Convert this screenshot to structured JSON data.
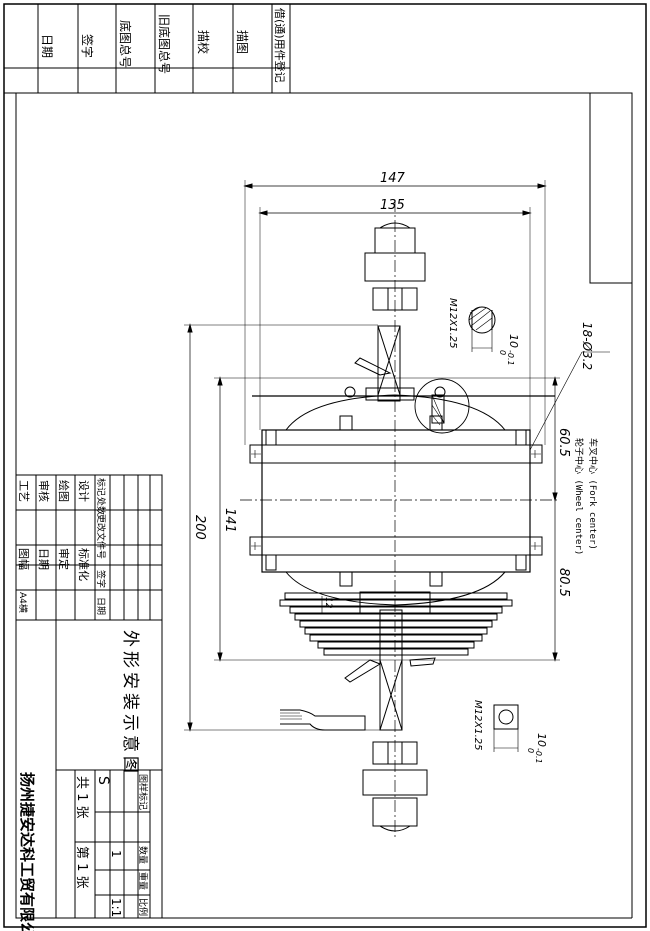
{
  "title_block": {
    "drawing_title": "外形安装示意图",
    "company": "扬州捷安达科工贸有限公司",
    "sheet_total": "共 1 张",
    "sheet_no": "第 1 张",
    "stage": "S",
    "quantity": "1",
    "scale": "1:1",
    "hdr_stage": "图样标记",
    "hdr_weight": "数量",
    "hdr_mass": "重量",
    "hdr_scale": "比例",
    "rev_mark": "标记",
    "rev_count": "处数",
    "rev_doc": "更改文件号",
    "rev_sign": "签字",
    "rev_date": "日期",
    "role_design": "设计",
    "role_draw": "绘图",
    "role_check": "审核",
    "role_process": "工艺",
    "role_standard": "标准化",
    "role_approve": "审定",
    "role_date": "日期",
    "role_drawno": "图幅",
    "format": "A4横"
  },
  "side_table": {
    "col1": "借(通)用件登记",
    "col2": "描图",
    "col3": "描校",
    "col4": "旧底图总号",
    "col5": "底图总号",
    "col6": "签字",
    "col7": "日期"
  },
  "dimensions": {
    "d147": "147",
    "d135": "135",
    "d200": "200",
    "d141": "141",
    "d60_5": "60.5",
    "d80_5": "80.5",
    "d18": "18-Ø3.2",
    "d12": "12",
    "thread_top": "M12X1.25",
    "thread_bot": "M12X1.25",
    "flat_top": "10",
    "flat_bot": "10",
    "tol_top_a": "0",
    "tol_top_b": "-0.1",
    "tol_bot_a": "0",
    "tol_bot_b": "-0.1"
  },
  "notes": {
    "fork_center_cn": "车叉中心 (Fork center)",
    "wheel_center_cn": "轮子中心 (Wheel center)"
  }
}
